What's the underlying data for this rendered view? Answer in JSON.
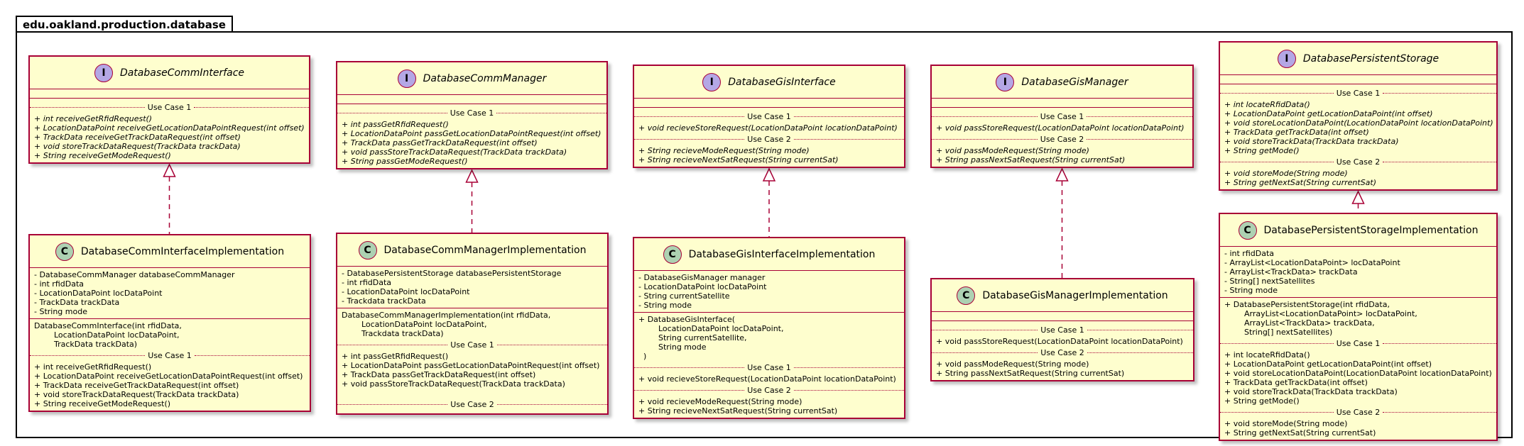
{
  "package": {
    "name": "edu.oakland.production.database"
  },
  "interfaces": [
    {
      "name": "DatabaseCommInterface",
      "sections": [
        {
          "label": "Use Case 1",
          "methods": [
            "+ int receiveGetRfidRequest()",
            "+ LocationDataPoint receiveGetLocationDataPointRequest(int offset)",
            "+ TrackData receiveGetTrackDataRequest(int offset)",
            "+ void storeTrackDataRequest(TrackData trackData)",
            "+ String receiveGetModeRequest()"
          ]
        }
      ]
    },
    {
      "name": "DatabaseCommManager",
      "sections": [
        {
          "label": "Use Case 1",
          "methods": [
            "+ int passGetRfidRequest()",
            "+ LocationDataPoint passGetLocationDataPointRequest(int offset)",
            "+ TrackData passGetTrackDataRequest(int offset)",
            "+ void passStoreTrackDataRequest(TrackData trackData)",
            "+ String passGetModeRequest()"
          ]
        }
      ]
    },
    {
      "name": "DatabaseGisInterface",
      "sections": [
        {
          "label": "Use Case 1",
          "methods": [
            "+ void recieveStoreRequest(LocationDataPoint locationDataPoint)"
          ]
        },
        {
          "label": "Use Case 2",
          "methods": [
            "+ String recieveModeRequest(String mode)",
            "+ String recieveNextSatRequest(String currentSat)"
          ]
        }
      ]
    },
    {
      "name": "DatabaseGisManager",
      "sections": [
        {
          "label": "Use Case 1",
          "methods": [
            "+ void passStoreRequest(LocationDataPoint locationDataPoint)"
          ]
        },
        {
          "label": "Use Case 2",
          "methods": [
            "+ void passModeRequest(String mode)",
            "+ String passNextSatRequest(String currentSat)"
          ]
        }
      ]
    },
    {
      "name": "DatabasePersistentStorage",
      "sections": [
        {
          "label": "Use Case 1",
          "methods": [
            "+ int locateRfidData()",
            "+ LocationDataPoint getLocationDataPoint(int offset)",
            "+ void storeLocationDataPoint(LocationDataPoint locationDataPoint)",
            "+ TrackData getTrackData(int offset)",
            "+ void storeTrackData(TrackData trackData)",
            "+ String getMode()"
          ]
        },
        {
          "label": "Use Case 2",
          "methods": [
            "+ void storeMode(String mode)",
            "+ String getNextSat(String currentSat)"
          ]
        }
      ]
    }
  ],
  "classes": [
    {
      "name": "DatabaseCommInterfaceImplementation",
      "fields": [
        "- DatabaseCommManager databaseCommManager",
        "- int rfidData",
        "- LocationDataPoint locDataPoint",
        "- TrackData trackData",
        "- String mode"
      ],
      "methods": [
        {
          "lines": [
            "DatabaseCommInterface(int rfidData,",
            "        LocationDataPoint locDataPoint,",
            "        TrackData trackData)"
          ]
        },
        {
          "label": "Use Case 1",
          "lines": [
            "+ int receiveGetRfidRequest()",
            "+ LocationDataPoint receiveGetLocationDataPointRequest(int offset)",
            "+ TrackData receiveGetTrackDataRequest(int offset)",
            "+ void storeTrackDataRequest(TrackData trackData)",
            "+ String receiveGetModeRequest()"
          ]
        }
      ]
    },
    {
      "name": "DatabaseCommManagerImplementation",
      "fields": [
        "- DatabasePersistentStorage databasePersistentStorage",
        "- int rfidData",
        "- LocationDataPoint locDataPoint",
        "- Trackdata trackData"
      ],
      "methods": [
        {
          "lines": [
            "DatabaseCommManagerImplementation(int rfidData,",
            "        LocationDataPoint locDataPoint,",
            "        Trackdata trackData)"
          ]
        },
        {
          "label": "Use Case 1",
          "lines": [
            "+ int passGetRfidRequest()",
            "+ LocationDataPoint passGetLocationDataPointRequest(int offset)",
            "+ TrackData passGetTrackDataRequest(int offset)",
            "+ void passStoreTrackDataRequest(TrackData trackData)",
            " "
          ]
        },
        {
          "label": "Use Case 2",
          "lines": []
        }
      ]
    },
    {
      "name": "DatabaseGisInterfaceImplementation",
      "fields": [
        "- DatabaseGisManager manager",
        "- LocationDataPoint locDataPoint",
        "- String currentSatellite",
        "- String mode"
      ],
      "methods": [
        {
          "lines": [
            "+ DatabaseGisInterface(",
            "        LocationDataPoint locDataPoint,",
            "        String currentSatellite,",
            "        String mode",
            "  )"
          ]
        },
        {
          "label": "Use Case 1",
          "lines": [
            "+ void recieveStoreRequest(LocationDataPoint locationDataPoint)"
          ]
        },
        {
          "label": "Use Case 2",
          "lines": [
            "+ void recieveModeRequest(String mode)",
            "+ String recieveNextSatRequest(String currentSat)"
          ]
        }
      ]
    },
    {
      "name": "DatabaseGisManagerImplementation",
      "fields": [],
      "methods": [
        {
          "label": "Use Case 1",
          "lines": [
            "+ void passStoreRequest(LocationDataPoint locationDataPoint)"
          ]
        },
        {
          "label": "Use Case 2",
          "lines": [
            "+ void passModeRequest(String mode)",
            "+ String passNextSatRequest(String currentSat)"
          ]
        }
      ]
    },
    {
      "name": "DatabasePersistentStorageImplementation",
      "fields": [
        "- int rfidData",
        "- ArrayList<LocationDataPoint> locDataPoint",
        "- ArrayList<TrackData> trackData",
        "- String[] nextSatellites",
        "- String mode"
      ],
      "methods": [
        {
          "lines": [
            "+ DatabasePersistentStorage(int rfidData,",
            "        ArrayList<LocationDataPoint> locDataPoint,",
            "        ArrayList<TrackData> trackData,",
            "        String[] nextSatellites)"
          ]
        },
        {
          "label": "Use Case 1",
          "lines": [
            "+ int locateRfidData()",
            "+ LocationDataPoint getLocationDataPoint(int offset)",
            "+ void storeLocationDataPoint(LocationDataPoint locationDataPoint)",
            "+ TrackData getTrackData(int offset)",
            "+ void storeTrackData(TrackData trackData)",
            "+ String getMode()"
          ]
        },
        {
          "label": "Use Case 2",
          "lines": [
            "+ void storeMode(String mode)",
            "+ String getNextSat(String currentSat)"
          ]
        }
      ]
    }
  ],
  "stereotypes": {
    "interface": "I",
    "class": "C"
  },
  "colors": {
    "box_fill": "#fefece",
    "border": "#a80036",
    "interface_badge": "#b4a7e5",
    "class_badge": "#add1b2"
  }
}
